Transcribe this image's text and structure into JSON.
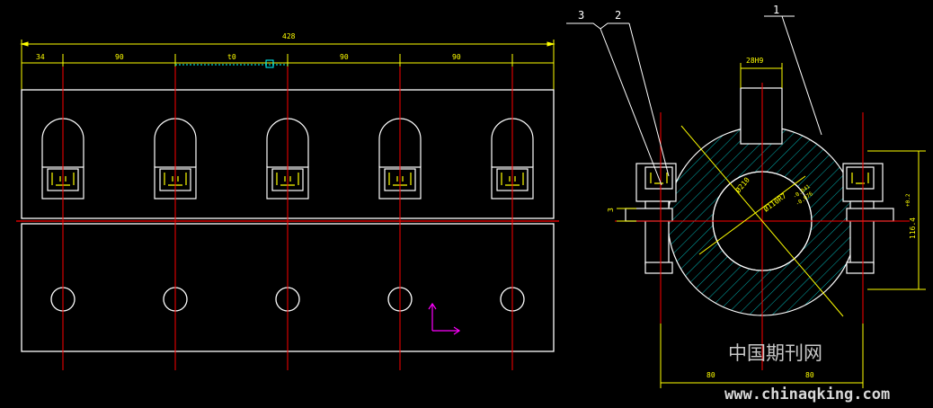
{
  "drawing": {
    "colors": {
      "background": "#000000",
      "outline": "#ffffff",
      "dimension": "#ffff00",
      "centerline": "#ff0000",
      "hatch": "#00b0b0",
      "axes": "#ff00ff"
    },
    "front_view": {
      "overall_dim": "428",
      "pitch_dims": [
        "34",
        "90",
        "t0",
        "90",
        "90"
      ]
    },
    "side_view": {
      "part_labels": [
        "3",
        "2",
        "1"
      ],
      "keyway_dim": "28H9",
      "outer_dia": "Ø210",
      "bore_dia": "Ø110R7",
      "bore_tol_upper": "-0.041",
      "bore_tol_lower": "-0.076",
      "slit_dim": "3",
      "height_dim": "116.4",
      "height_tol": "+0.2",
      "half_width_left": "80",
      "half_width_right": "80"
    },
    "watermark": {
      "cn": "中国期刊网",
      "url": "www.chinaqking.com"
    }
  }
}
